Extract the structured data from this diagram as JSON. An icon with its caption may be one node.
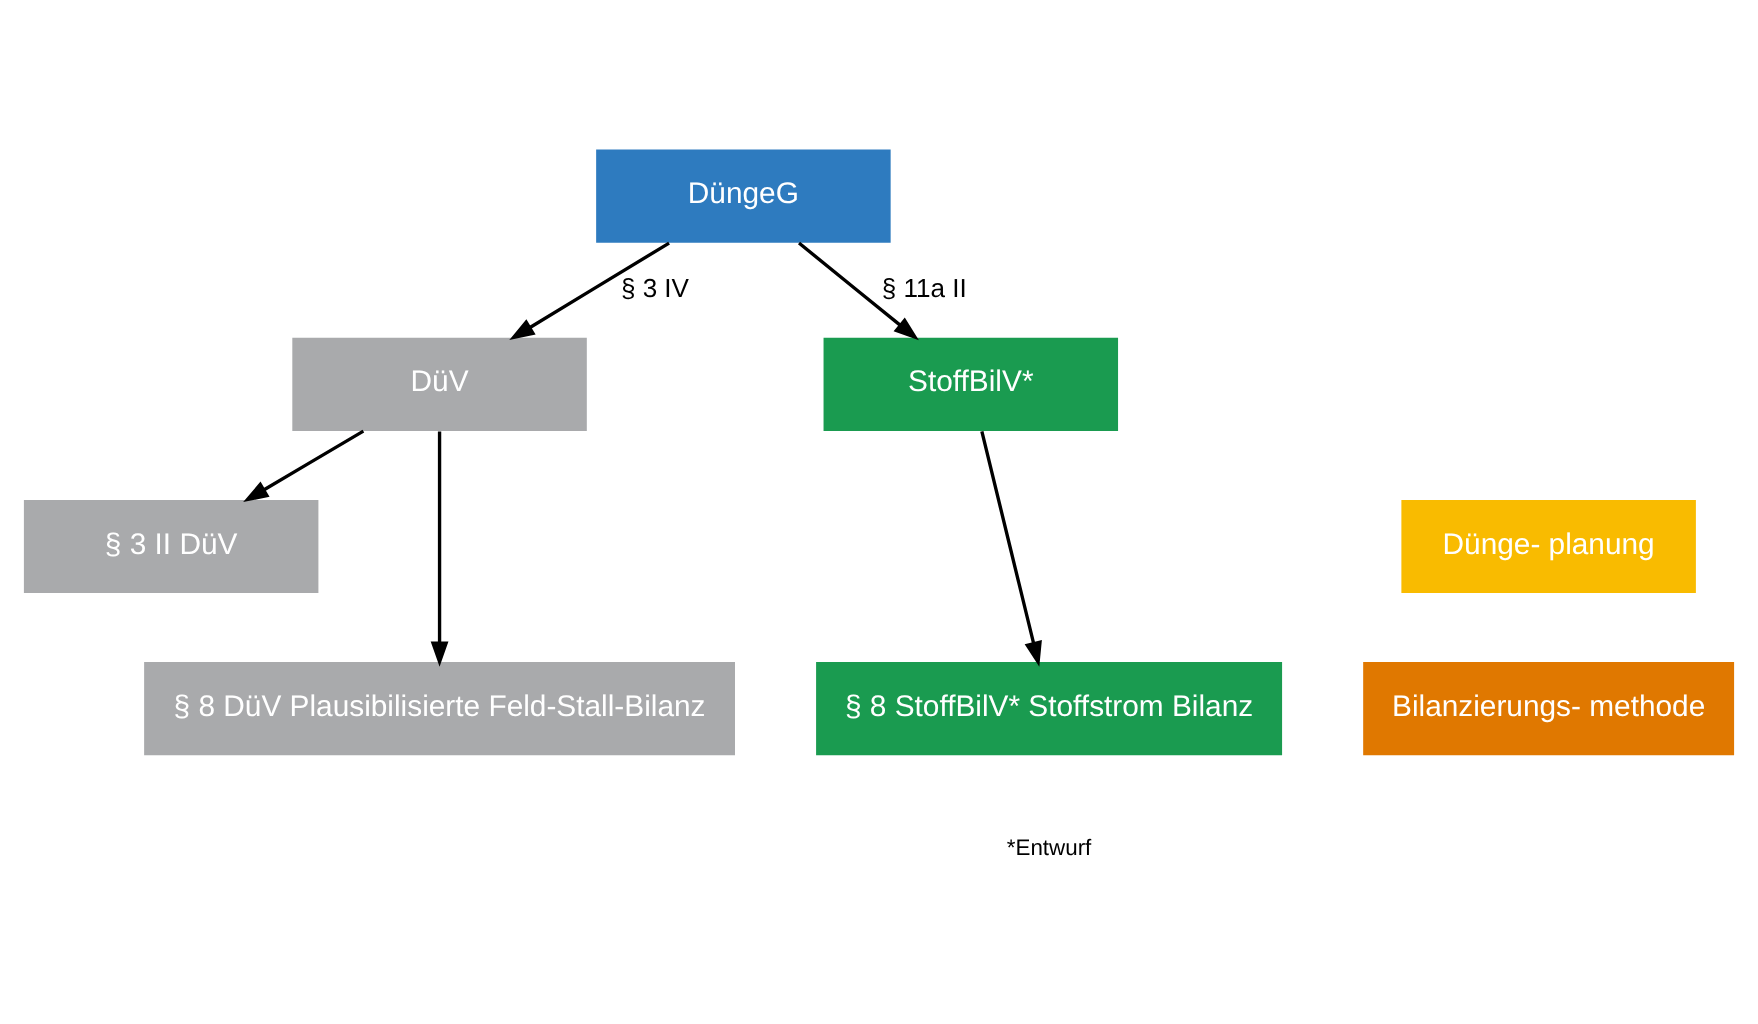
{
  "diagram": {
    "nodes": [
      {
        "text": [
          "DüngeG"
        ]
      },
      {
        "text": [
          "DüV"
        ]
      },
      {
        "text": [
          "StoffBilV*"
        ]
      },
      {
        "text": [
          "Dünge- planung"
        ]
      },
      {
        "text": [
          "§ 3 II DüV"
        ]
      },
      {
        "text": [
          "Bilanzierungs- methode"
        ]
      },
      {
        "text": [
          "§ 8 DüV Plausibilisierte Feld-Stall-Bilanz"
        ]
      },
      {
        "text": [
          "§ 8 StoffBilV* Stoffstrom Bilanz"
        ]
      }
    ],
    "edges": [
      {
        "from": 0,
        "to": 1,
        "arrow": "to",
        "label": "§ 3 IV"
      },
      {
        "from": 0,
        "to": 2,
        "arrow": "to",
        "label": "§ 11a II"
      },
      {
        "from": 1,
        "to": 4,
        "arrow": "to"
      },
      {
        "from": 1,
        "to": 6,
        "arrow": "to"
      },
      {
        "from": 2,
        "to": 7,
        "arrow": "to"
      }
    ],
    "labels": [
      "*Entwurf"
    ]
  }
}
